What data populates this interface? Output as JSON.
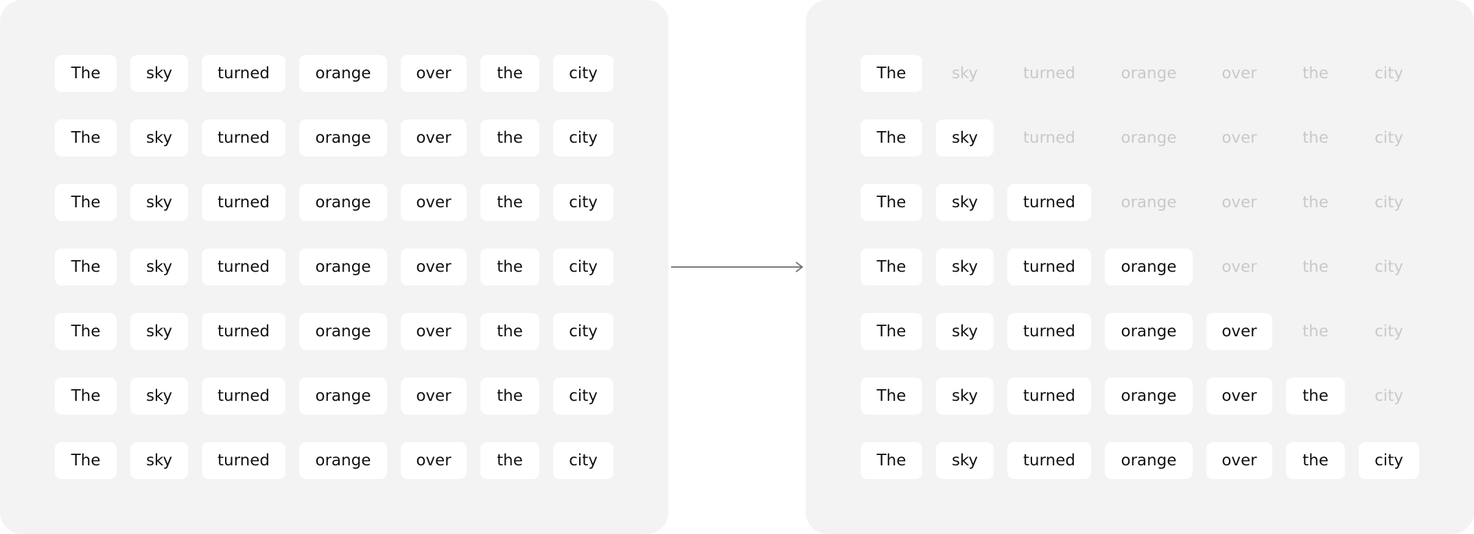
{
  "diagram": {
    "words": [
      "The",
      "sky",
      "turned",
      "orange",
      "over",
      "the",
      "city"
    ],
    "left_panel": {
      "description_rows": 7,
      "visible_counts": [
        7,
        7,
        7,
        7,
        7,
        7,
        7
      ]
    },
    "right_panel": {
      "description_rows": 7,
      "visible_counts": [
        1,
        2,
        3,
        4,
        5,
        6,
        7
      ]
    },
    "colors": {
      "panel_background": "#f3f3f3",
      "token_background": "#ffffff",
      "token_text": "#111111",
      "masked_text": "#c9c9c9",
      "arrow": "#777777"
    }
  }
}
